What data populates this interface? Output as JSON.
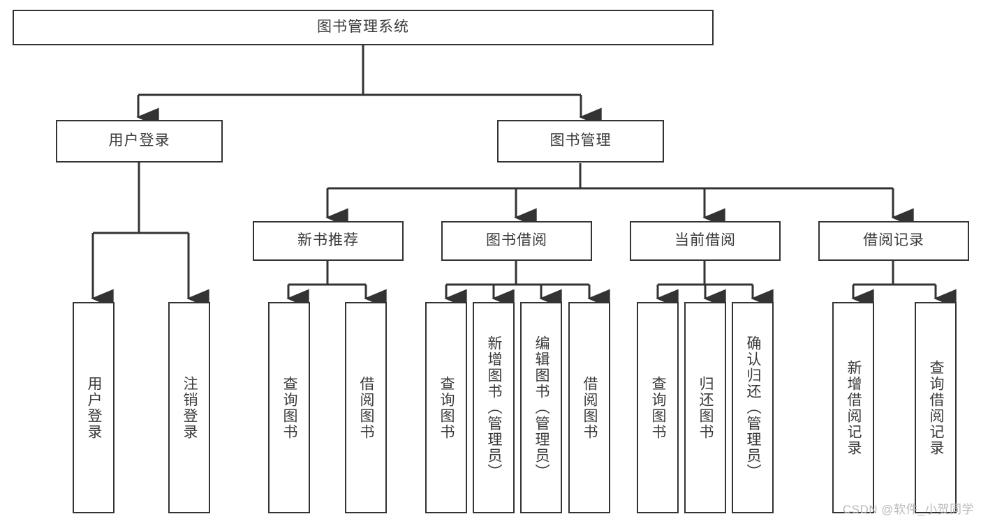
{
  "diagram": {
    "title": "图书管理系统",
    "type": "tree-hierarchy-diagram",
    "watermark": "CSDN @软件_小贺同学",
    "colors": {
      "box_border": "#333333",
      "box_fill": "#ffffff",
      "line": "#333333",
      "text": "#3a3a3a",
      "watermark": "#b9b9b9",
      "background": "#ffffff"
    },
    "root": {
      "label": "图书管理系统"
    },
    "level2": [
      {
        "label": "用户登录"
      },
      {
        "label": "图书管理"
      }
    ],
    "level3": [
      {
        "label": "新书推荐"
      },
      {
        "label": "图书借阅"
      },
      {
        "label": "当前借阅"
      },
      {
        "label": "借阅记录"
      }
    ],
    "leaves": {
      "user_login": [
        {
          "label": "用户登录"
        },
        {
          "label": "注销登录"
        }
      ],
      "new_book_recommend": [
        {
          "label": "查询图书"
        },
        {
          "label": "借阅图书"
        }
      ],
      "book_borrow": [
        {
          "label": "查询图书"
        },
        {
          "label": "新增图书（管理员）"
        },
        {
          "label": "编辑图书（管理员）"
        },
        {
          "label": "借阅图书"
        }
      ],
      "current_borrow": [
        {
          "label": "查询图书"
        },
        {
          "label": "归还图书"
        },
        {
          "label": "确认归还（管理员）"
        }
      ],
      "borrow_record": [
        {
          "label": "新增借阅记录"
        },
        {
          "label": "查询借阅记录"
        }
      ]
    }
  }
}
